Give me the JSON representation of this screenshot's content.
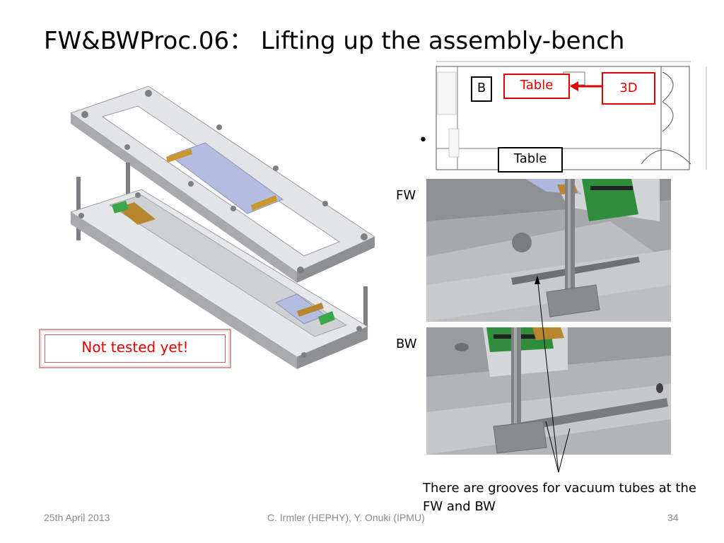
{
  "slide": {
    "title": "FW&BWProc.06： Lifting up the assembly-bench",
    "note": "Not tested yet!",
    "bullet": "•",
    "fw_label": "FW",
    "bw_label": "BW",
    "caption": "There are grooves for vacuum tubes at the FW and BW"
  },
  "floorplan": {
    "b_label": "B",
    "table_top": "Table",
    "three_d": "3D",
    "table_bottom": "Table"
  },
  "footer": {
    "date": "25th April 2013",
    "authors": "C. Irmler (HEPHY), Y. Onuki (IPMU)",
    "page": "34"
  },
  "colors": {
    "accent_red": "#e00000",
    "metal_light": "#d9dadc",
    "metal_dark": "#8d8e91",
    "pcb_green": "#3aa84a",
    "kapton": "#b8862e",
    "sensor_blue": "#aeb8dd"
  }
}
